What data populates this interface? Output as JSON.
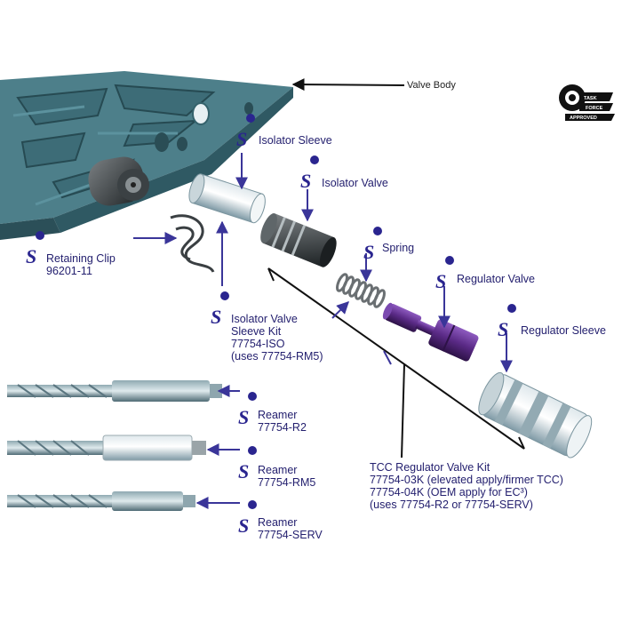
{
  "labels": {
    "valve_body": "Valve Body",
    "isolator_sleeve": "Isolator Sleeve",
    "isolator_valve": "Isolator Valve",
    "retaining_clip": {
      "line1": "Retaining Clip",
      "line2": "96201-11"
    },
    "spring": "Spring",
    "regulator_valve": "Regulator Valve",
    "regulator_sleeve": "Regulator Sleeve",
    "isolator_kit": {
      "line1": "Isolator Valve",
      "line2": "Sleeve Kit",
      "line3": "77754-ISO",
      "line4": "(uses 77754-RM5)"
    },
    "reamer_r2": {
      "line1": "Reamer",
      "line2": "77754-R2"
    },
    "reamer_rm5": {
      "line1": "Reamer",
      "line2": "77754-RM5"
    },
    "reamer_serv": {
      "line1": "Reamer",
      "line2": "77754-SERV"
    },
    "tcc_kit": {
      "line1": "TCC Regulator Valve Kit",
      "line2": "77754-03K (elevated apply/firmer TCC)",
      "line3": "77754-04K (OEM apply for EC³)",
      "line4": "(uses 77754-R2 or 77754-SERV)"
    }
  },
  "badge": {
    "line1": "TASK",
    "line2": "FORCE",
    "line3": "APPROVED"
  },
  "colors": {
    "label": "#24206f",
    "valve_body": "#4d7f8a",
    "purple_valve": "#5a2a86",
    "arrow": "#3a3599"
  }
}
